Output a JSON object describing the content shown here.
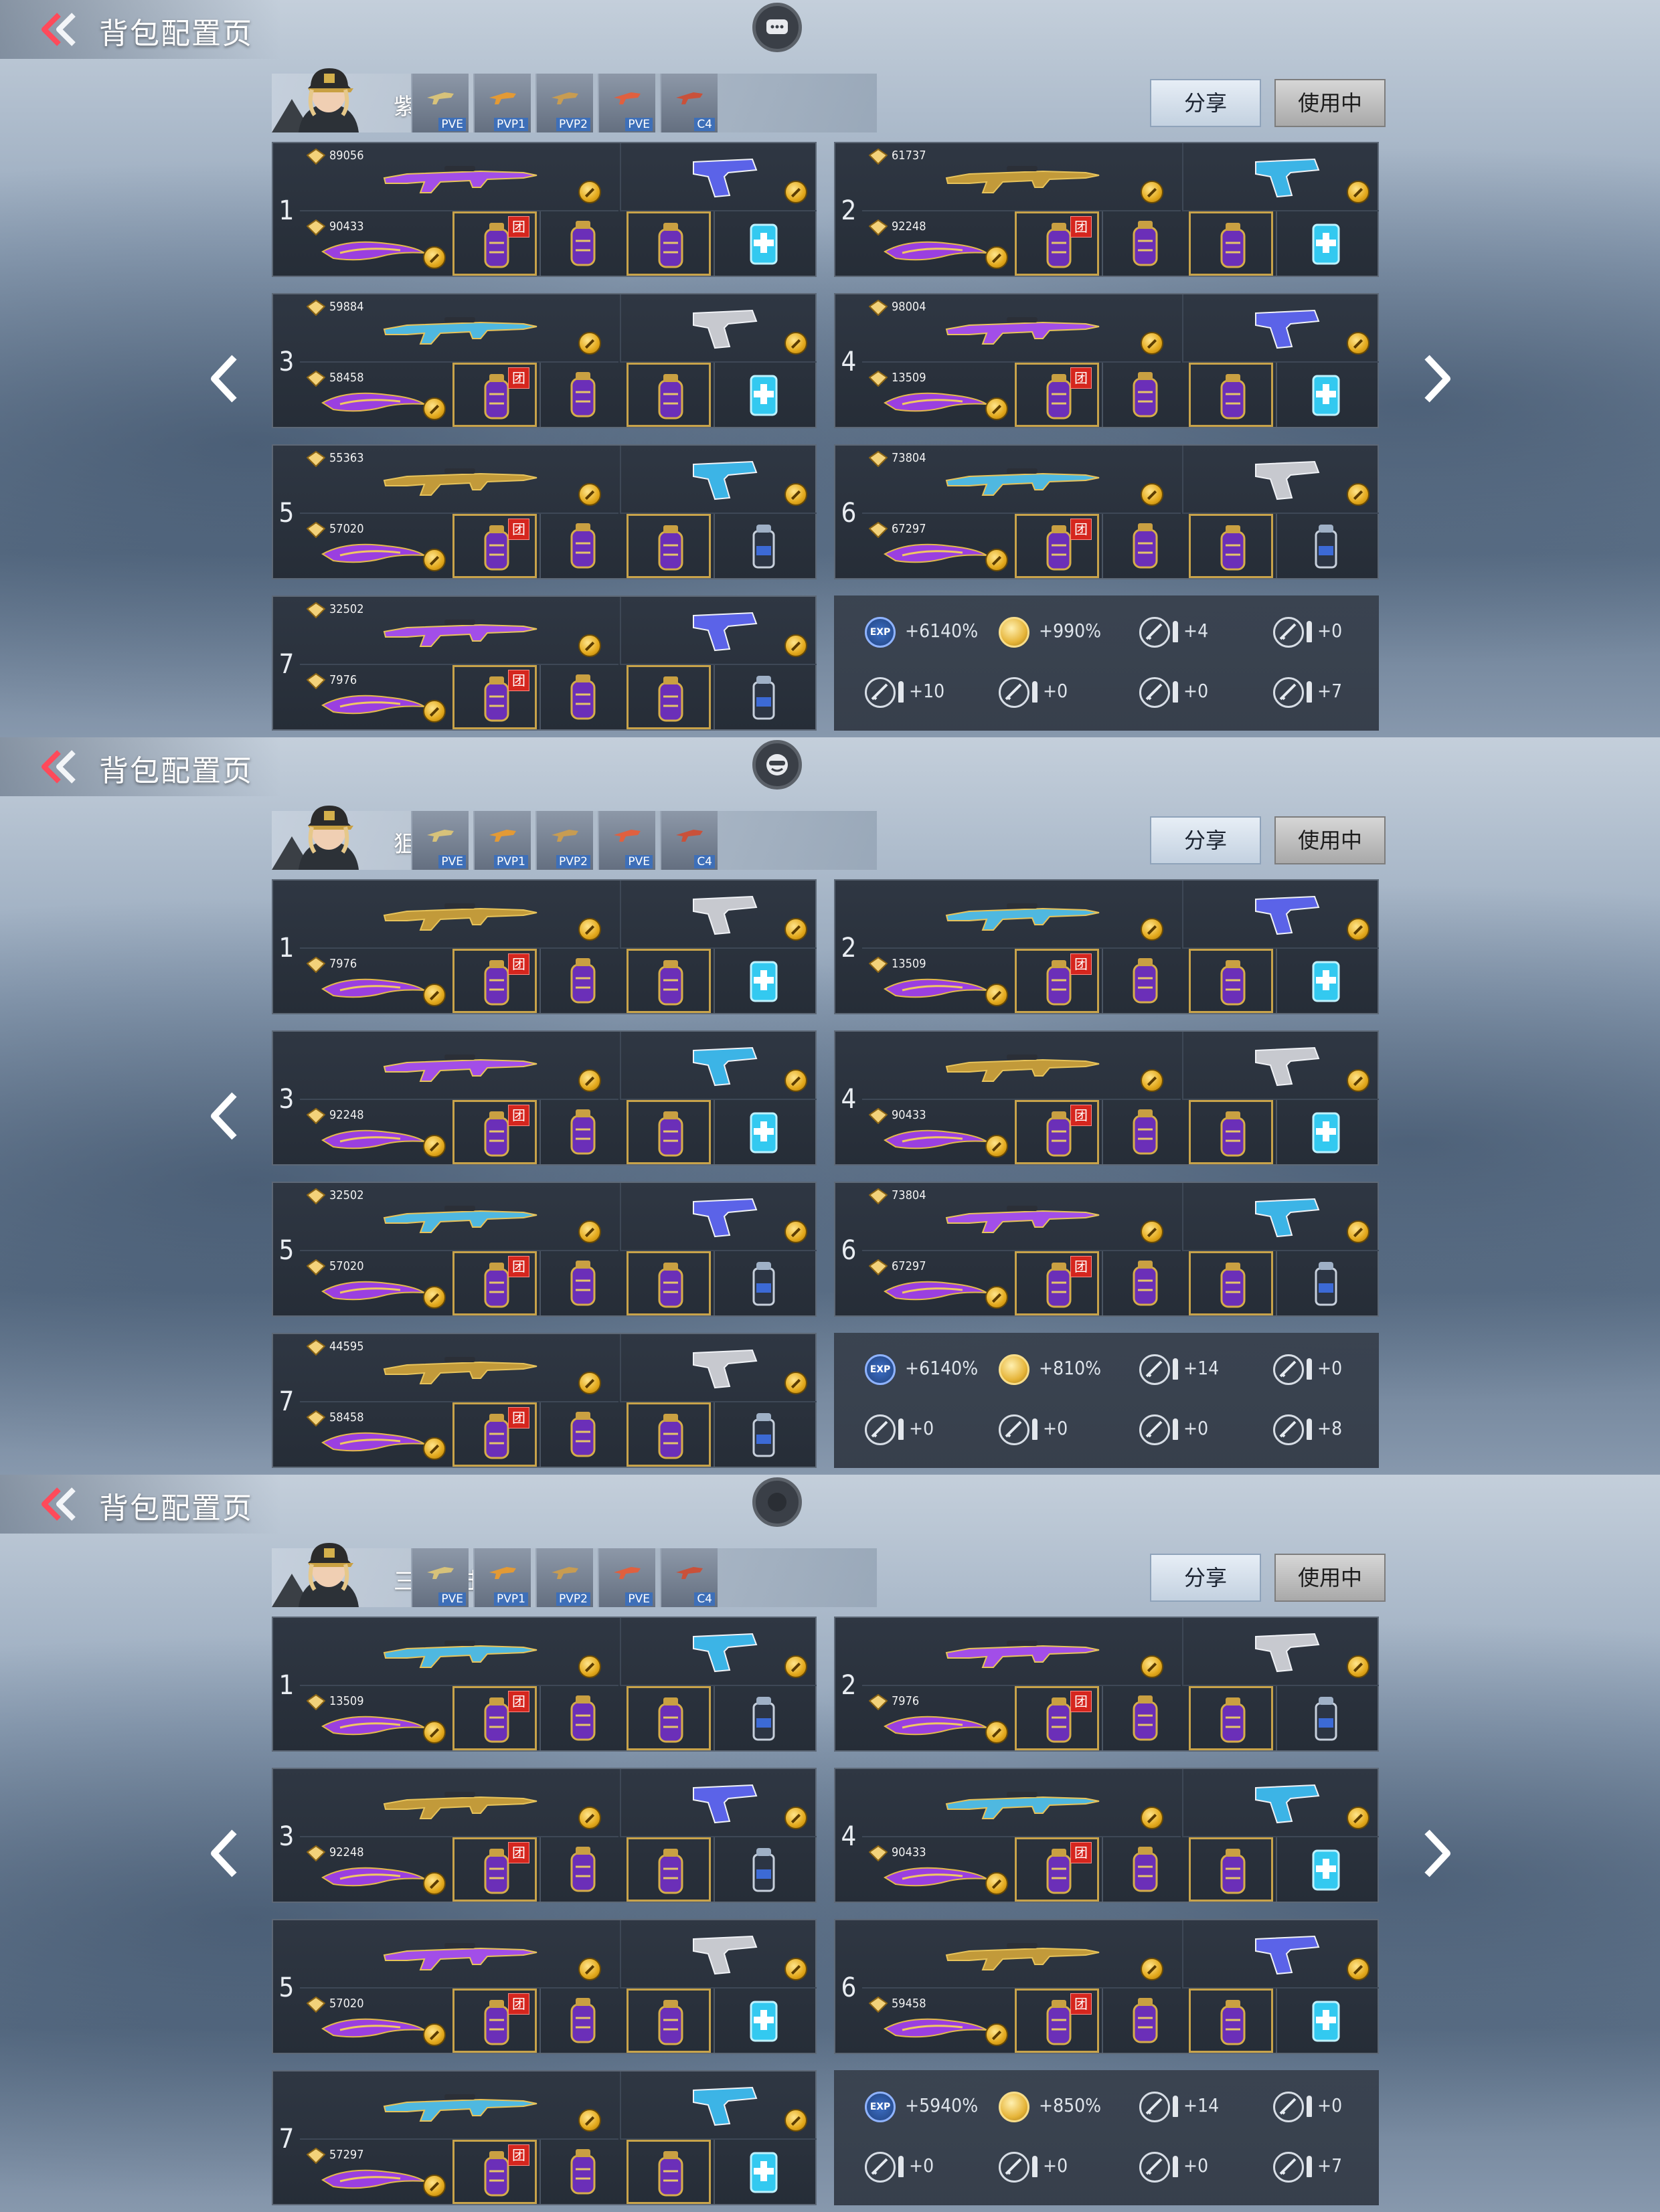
{
  "panels": [
    {
      "header": {
        "title": "背包配置页",
        "back_icon": "double-chevron-left-icon",
        "bubble_icon": "chat-bubble-icon"
      },
      "profile": {
        "name": "紫电",
        "modes": [
          "PVE",
          "PVP1",
          "PVP2",
          "PVE",
          "C4"
        ]
      },
      "buttons": {
        "share": "分享",
        "in_use": "使用中"
      },
      "nav": {
        "left": true,
        "right": true
      },
      "loadouts": [
        {
          "index": "1",
          "main_tag": "89056",
          "knife_tag": "90433",
          "slots": [
            "grenade",
            "grenade",
            "grenade",
            "medkit"
          ]
        },
        {
          "index": "2",
          "main_tag": "61737",
          "knife_tag": "92248",
          "slots": [
            "grenade",
            "grenade",
            "grenade",
            "medkit"
          ]
        },
        {
          "index": "3",
          "main_tag": "59884",
          "knife_tag": "58458",
          "slots": [
            "grenade",
            "grenade",
            "grenade",
            "medkit"
          ]
        },
        {
          "index": "4",
          "main_tag": "98004",
          "knife_tag": "13509",
          "slots": [
            "grenade",
            "grenade",
            "grenade",
            "medkit"
          ]
        },
        {
          "index": "5",
          "main_tag": "55363",
          "knife_tag": "57020",
          "slots": [
            "grenade",
            "grenade",
            "grenade",
            "canister"
          ]
        },
        {
          "index": "6",
          "main_tag": "73804",
          "knife_tag": "67297",
          "slots": [
            "grenade",
            "grenade",
            "grenade",
            "canister"
          ]
        },
        {
          "index": "7",
          "main_tag": "32502",
          "knife_tag": "7976",
          "slots": [
            "grenade",
            "grenade",
            "grenade",
            "canister"
          ]
        }
      ],
      "stats": [
        {
          "icon": "exp-icon",
          "value": "+6140%"
        },
        {
          "icon": "gold-coin-icon",
          "value": "+990%"
        },
        {
          "icon": "knife-icon",
          "value": "+4"
        },
        {
          "icon": "rifle-icon",
          "value": "+0"
        },
        {
          "icon": "sniper-icon",
          "value": "+10"
        },
        {
          "icon": "smg-icon",
          "value": "+0"
        },
        {
          "icon": "blade-icon",
          "value": "+0"
        },
        {
          "icon": "pistol-icon",
          "value": "+7"
        }
      ]
    },
    {
      "header": {
        "title": "背包配置页",
        "back_icon": "double-chevron-left-icon",
        "bubble_icon": "mask-icon"
      },
      "profile": {
        "name": "狙击",
        "modes": [
          "PVE",
          "PVP1",
          "PVP2",
          "PVE",
          "C4"
        ]
      },
      "buttons": {
        "share": "分享",
        "in_use": "使用中"
      },
      "nav": {
        "left": true,
        "right": false
      },
      "loadouts": [
        {
          "index": "1",
          "main_tag": "",
          "knife_tag": "7976",
          "slots": [
            "grenade",
            "grenade",
            "grenade",
            "medkit"
          ]
        },
        {
          "index": "2",
          "main_tag": "",
          "knife_tag": "13509",
          "slots": [
            "grenade",
            "grenade",
            "grenade",
            "medkit"
          ]
        },
        {
          "index": "3",
          "main_tag": "",
          "knife_tag": "92248",
          "slots": [
            "grenade",
            "grenade",
            "grenade",
            "medkit"
          ]
        },
        {
          "index": "4",
          "main_tag": "",
          "knife_tag": "90433",
          "slots": [
            "grenade",
            "grenade",
            "grenade",
            "medkit"
          ]
        },
        {
          "index": "5",
          "main_tag": "32502",
          "knife_tag": "57020",
          "slots": [
            "grenade",
            "grenade",
            "grenade",
            "canister"
          ]
        },
        {
          "index": "6",
          "main_tag": "73804",
          "knife_tag": "67297",
          "slots": [
            "grenade",
            "grenade",
            "grenade",
            "canister"
          ]
        },
        {
          "index": "7",
          "main_tag": "44595",
          "knife_tag": "58458",
          "slots": [
            "grenade",
            "grenade",
            "grenade",
            "canister"
          ]
        }
      ],
      "stats": [
        {
          "icon": "exp-icon",
          "value": "+6140%"
        },
        {
          "icon": "gold-coin-icon",
          "value": "+810%"
        },
        {
          "icon": "knife-icon",
          "value": "+14"
        },
        {
          "icon": "rifle-icon",
          "value": "+0"
        },
        {
          "icon": "sniper-icon",
          "value": "+0"
        },
        {
          "icon": "smg-icon",
          "value": "+0"
        },
        {
          "icon": "blade-icon",
          "value": "+0"
        },
        {
          "icon": "pistol-icon",
          "value": "+8"
        }
      ]
    },
    {
      "header": {
        "title": "背包配置页",
        "back_icon": "double-chevron-left-icon",
        "bubble_icon": "circle-icon"
      },
      "profile": {
        "name": "三国狙击",
        "modes": [
          "PVE",
          "PVP1",
          "PVP2",
          "PVE",
          "C4"
        ]
      },
      "buttons": {
        "share": "分享",
        "in_use": "使用中"
      },
      "nav": {
        "left": true,
        "right": true
      },
      "loadouts": [
        {
          "index": "1",
          "main_tag": "",
          "knife_tag": "13509",
          "slots": [
            "grenade",
            "grenade",
            "grenade",
            "canister"
          ]
        },
        {
          "index": "2",
          "main_tag": "",
          "knife_tag": "7976",
          "slots": [
            "grenade",
            "grenade",
            "grenade",
            "canister"
          ]
        },
        {
          "index": "3",
          "main_tag": "",
          "knife_tag": "92248",
          "slots": [
            "grenade",
            "grenade",
            "grenade",
            "canister"
          ]
        },
        {
          "index": "4",
          "main_tag": "",
          "knife_tag": "90433",
          "slots": [
            "grenade",
            "grenade",
            "grenade",
            "medkit"
          ]
        },
        {
          "index": "5",
          "main_tag": "",
          "knife_tag": "57020",
          "slots": [
            "grenade",
            "grenade",
            "grenade",
            "medkit"
          ]
        },
        {
          "index": "6",
          "main_tag": "",
          "knife_tag": "59458",
          "slots": [
            "grenade",
            "grenade",
            "grenade",
            "medkit"
          ]
        },
        {
          "index": "7",
          "main_tag": "",
          "knife_tag": "57297",
          "slots": [
            "grenade",
            "grenade",
            "grenade",
            "medkit"
          ]
        }
      ],
      "stats": [
        {
          "icon": "exp-icon",
          "value": "+5940%"
        },
        {
          "icon": "gold-coin-icon",
          "value": "+850%"
        },
        {
          "icon": "knife-icon",
          "value": "+14"
        },
        {
          "icon": "rifle-icon",
          "value": "+0"
        },
        {
          "icon": "sniper-icon",
          "value": "+0"
        },
        {
          "icon": "smg-icon",
          "value": "+0"
        },
        {
          "icon": "blade-icon",
          "value": "+0"
        },
        {
          "icon": "pistol-icon",
          "value": "+7"
        }
      ]
    }
  ],
  "colors": {
    "accent_gold": "#c8a34a",
    "badge_red": "#d5261e",
    "weapon_purple": "#7a3bd6",
    "medkit_cyan": "#33c9f0"
  },
  "labels": {
    "exp_text": "EXP",
    "team_badge": "团"
  }
}
